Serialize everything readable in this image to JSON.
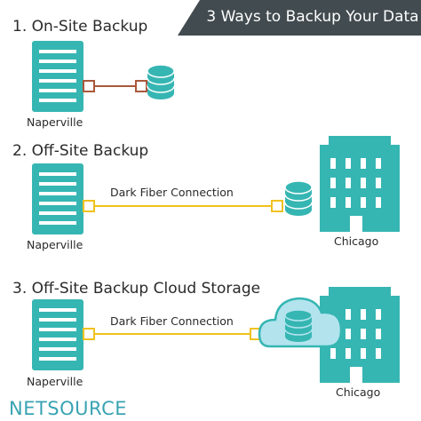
{
  "banner": {
    "title": "3 Ways to Backup Your Data"
  },
  "sections": [
    {
      "title": "1. On-Site Backup",
      "server_location": "Naperville"
    },
    {
      "title": "2. Off-Site Backup",
      "connection_label": "Dark Fiber Connection",
      "server_location": "Naperville",
      "building_location": "Chicago"
    },
    {
      "title": "3. Off-Site Backup Cloud Storage",
      "connection_label": "Dark Fiber Connection",
      "server_location": "Naperville",
      "building_location": "Chicago"
    }
  ],
  "logo": {
    "text": "NETSOURCE"
  },
  "colors": {
    "teal": "#36b6b3",
    "dark_banner": "#424b4f",
    "onsite_link": "#a9583b",
    "fiber_link": "#f0c21d",
    "cloud": "#b3e4ee"
  },
  "icons": [
    "server-icon",
    "database-icon",
    "building-icon",
    "cloud-icon",
    "connector-square-icon"
  ]
}
